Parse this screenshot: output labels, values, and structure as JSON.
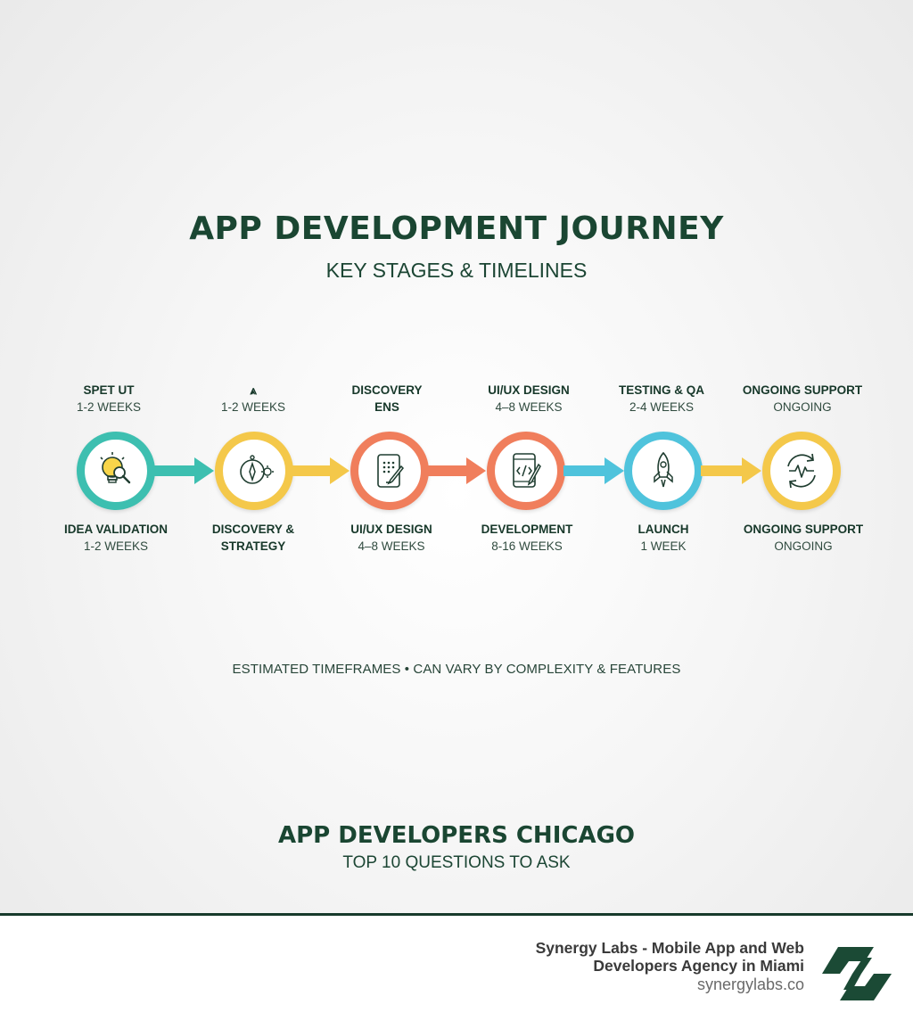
{
  "title": "APP DEVELOPMENT JOURNEY",
  "subtitle": "KEY STAGES & TIMELINES",
  "stages": [
    {
      "top_title": "SPET UT",
      "top_note": "1-2 WEEKS",
      "bottom_title": "IDEA VALIDATION",
      "bottom_title2": "",
      "bottom_note": "1-2 WEEKS",
      "color": "#3dbfb0",
      "icon": "lightbulb-magnifier-icon"
    },
    {
      "top_title": "⩓",
      "top_note": "1-2 WEEKS",
      "bottom_title": "DISCOVERY &",
      "bottom_title2": "STRATEGY",
      "bottom_note": "",
      "color": "#f4c84a",
      "icon": "compass-gear-icon"
    },
    {
      "top_title": "DISCOVERY",
      "top_note": "ENS",
      "bottom_title": "UI/UX DESIGN",
      "bottom_title2": "",
      "bottom_note": "4–8 WEEKS",
      "color": "#f07e5c",
      "icon": "tablet-pen-icon"
    },
    {
      "top_title": "UI/UX DESIGN",
      "top_note": "4–8 WEEKS",
      "bottom_title": "DEVELOPMENT",
      "bottom_title2": "",
      "bottom_note": "8-16 WEEKS",
      "color": "#f07e5c",
      "icon": "phone-code-icon"
    },
    {
      "top_title": "TESTING & QA",
      "top_note": "2-4 WEEKS",
      "bottom_title": "LAUNCH",
      "bottom_title2": "",
      "bottom_note": "1 WEEK",
      "color": "#4fc3dc",
      "icon": "rocket-icon"
    },
    {
      "top_title": "ONGOING SUPPORT",
      "top_note": "ONGOING",
      "bottom_title": "ONGOING SUPPORT",
      "bottom_title2": "",
      "bottom_note": "ONGOING",
      "color": "#f4c84a",
      "icon": "refresh-pulse-icon"
    }
  ],
  "arrow_colors": [
    "#3dbfb0",
    "#f4c84a",
    "#f07e5c",
    "#4fc3dc",
    "#f4c84a"
  ],
  "note": "ESTIMATED TIMEFRAMES • CAN VARY BY COMPLEXITY & FEATURES",
  "bottom_title": "APP DEVELOPERS CHICAGO",
  "bottom_subtitle": "TOP 10 QUESTIONS TO ASK",
  "footer": {
    "brand_line1": "Synergy Labs - Mobile App and Web",
    "brand_line2": "Developers Agency in Miami",
    "url": "synergylabs.co",
    "logo_icon": "synergy-labs-logo-icon"
  }
}
